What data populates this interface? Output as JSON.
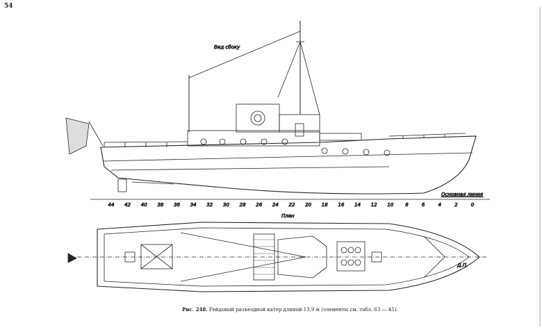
{
  "page_number": "54",
  "labels": {
    "side_view": "Вид сбоку",
    "plan": "План",
    "base_line": "Основная линия",
    "centerline": "Д.П."
  },
  "frame_scale": [
    "44",
    "42",
    "40",
    "38",
    "36",
    "34",
    "32",
    "30",
    "28",
    "26",
    "24",
    "22",
    "20",
    "18",
    "16",
    "14",
    "12",
    "10",
    "8",
    "6",
    "4",
    "2",
    "0"
  ],
  "caption": {
    "figure": "Рис. 248.",
    "text": "Рейдовый разъездной катер длиной 13,9 м (элементы см. табл. 63 — 45)."
  }
}
